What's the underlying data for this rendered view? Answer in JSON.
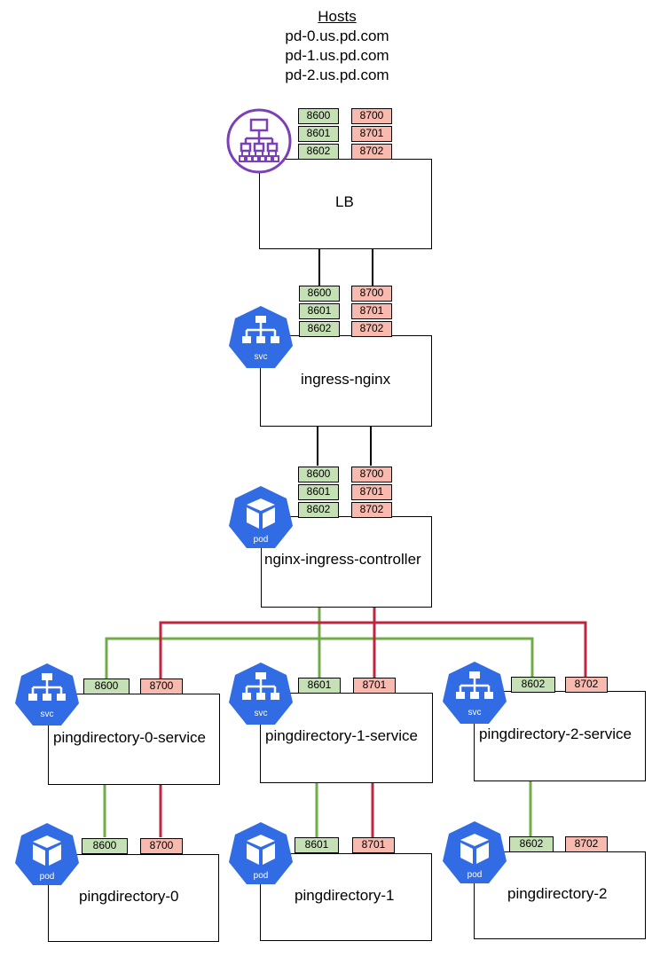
{
  "hosts": {
    "heading": "Hosts",
    "lines": [
      "pd-0.us.pd.com",
      "pd-1.us.pd.com",
      "pd-2.us.pd.com"
    ]
  },
  "colors": {
    "green_port": "#c5e0b4",
    "red_port": "#f8b9ae",
    "green_wire": "#70ad47",
    "red_wire": "#c0253f",
    "k8s_blue": "#326ce5",
    "lb_purple": "#7b3fb7"
  },
  "nodes": {
    "lb": {
      "label": "LB",
      "icon": "load-balancer-icon",
      "green_ports": [
        "8600",
        "8601",
        "8602"
      ],
      "red_ports": [
        "8700",
        "8701",
        "8702"
      ]
    },
    "ingress_svc": {
      "label": "ingress-nginx",
      "icon": "svc-icon",
      "icon_text": "svc",
      "green_ports": [
        "8600",
        "8601",
        "8602"
      ],
      "red_ports": [
        "8700",
        "8701",
        "8702"
      ]
    },
    "ingress_pod": {
      "label": "nginx-ingress-controller",
      "icon": "pod-icon",
      "icon_text": "pod",
      "green_ports": [
        "8600",
        "8601",
        "8602"
      ],
      "red_ports": [
        "8700",
        "8701",
        "8702"
      ]
    },
    "pd_services": [
      {
        "label": "pingdirectory-0-service",
        "icon": "svc-icon",
        "icon_text": "svc",
        "green_port": "8600",
        "red_port": "8700"
      },
      {
        "label": "pingdirectory-1-service",
        "icon": "svc-icon",
        "icon_text": "svc",
        "green_port": "8601",
        "red_port": "8701"
      },
      {
        "label": "pingdirectory-2-service",
        "icon": "svc-icon",
        "icon_text": "svc",
        "green_port": "8602",
        "red_port": "8702"
      }
    ],
    "pd_pods": [
      {
        "label": "pingdirectory-0",
        "icon": "pod-icon",
        "icon_text": "pod",
        "green_port": "8600",
        "red_port": "8700"
      },
      {
        "label": "pingdirectory-1",
        "icon": "pod-icon",
        "icon_text": "pod",
        "green_port": "8601",
        "red_port": "8701"
      },
      {
        "label": "pingdirectory-2",
        "icon": "pod-icon",
        "icon_text": "pod",
        "green_port": "8602",
        "red_port": "8702"
      }
    ]
  }
}
